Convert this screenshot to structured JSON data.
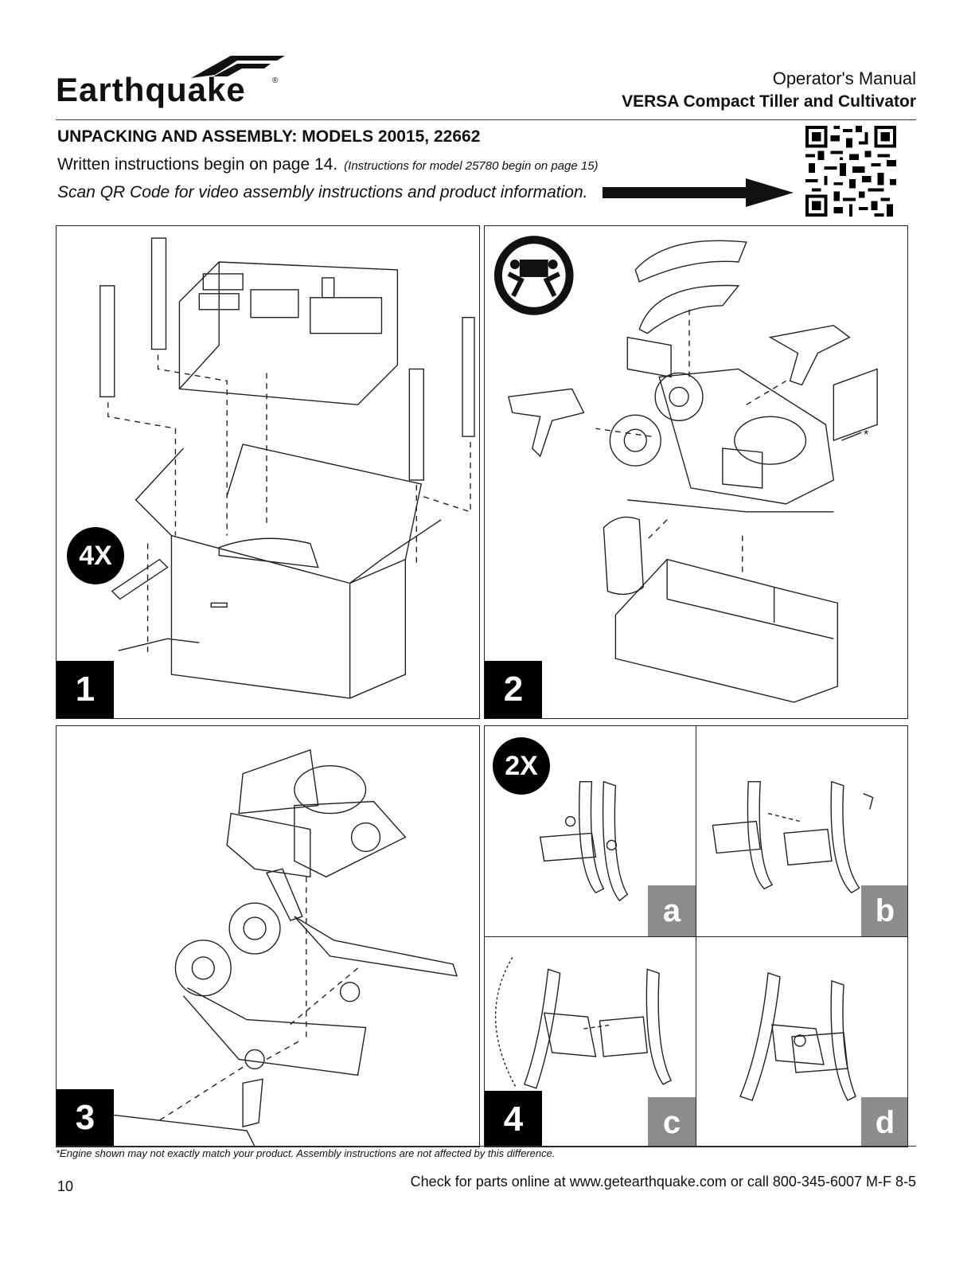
{
  "header": {
    "brand": "Earthquake",
    "registered": "®",
    "manual_label": "Operator's Manual",
    "product_name": "VERSA Compact Tiller and Cultivator"
  },
  "section": {
    "title": "UNPACKING AND ASSEMBLY: MODELS 20015, 22662",
    "intro": "Written instructions begin on page 14.",
    "intro_note": "(Instructions for model 25780 begin on page 15)",
    "qr_text": "Scan QR Code for video assembly instructions and product information."
  },
  "steps": {
    "step1": {
      "number": "1",
      "quantity": "4X"
    },
    "step2": {
      "number": "2",
      "asterisk": "*"
    },
    "step3": {
      "number": "3"
    },
    "step4": {
      "number": "4",
      "quantity": "2X",
      "substeps": [
        "a",
        "b",
        "c",
        "d"
      ]
    }
  },
  "footer": {
    "disclaimer": "*Engine shown may not exactly match your product.  Assembly instructions are not affected by this difference.",
    "page_number": "10",
    "contact": "Check for parts online at www.getearthquake.com or call 800-345-6007 M-F 8-5"
  },
  "icons": [
    "earthquake-logo-icon",
    "arrow-right-icon",
    "qr-code-icon",
    "two-person-lift-icon"
  ]
}
